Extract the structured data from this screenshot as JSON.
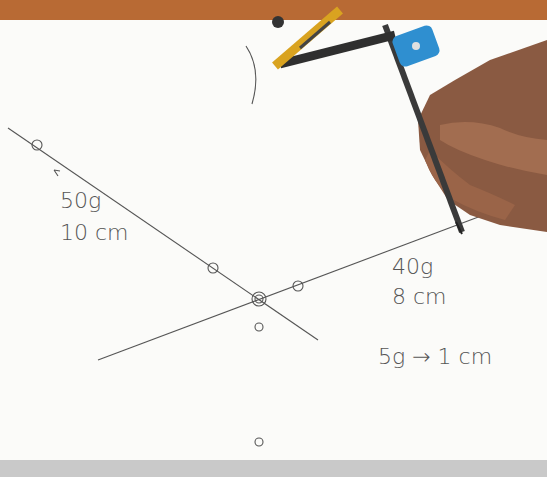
{
  "diagram": {
    "labels": [
      "50g",
      "10 cm",
      "40g",
      "8 cm",
      "5g → 1 cm"
    ]
  }
}
